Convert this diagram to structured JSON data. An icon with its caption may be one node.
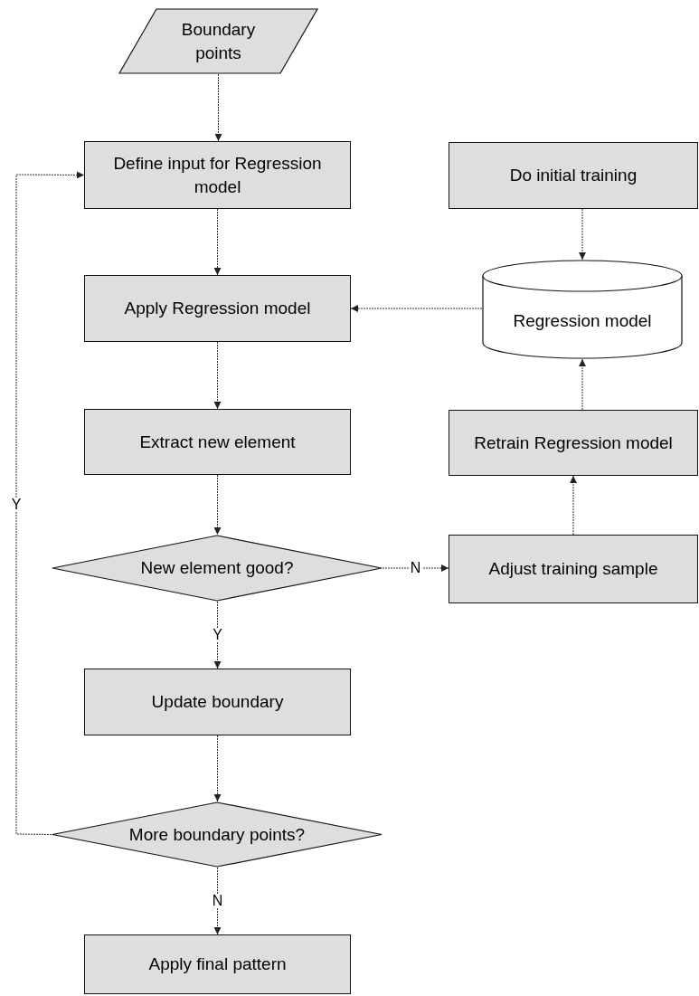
{
  "diagram": {
    "nodes": [
      {
        "text": [
          "Boundary points"
        ]
      },
      {
        "text": [
          "Define input for Regression model"
        ]
      },
      {
        "text": [
          "Do initial training"
        ]
      },
      {
        "text": [
          "Regression model"
        ]
      },
      {
        "text": [
          "Apply Regression model"
        ]
      },
      {
        "text": [
          "Extract new element"
        ]
      },
      {
        "text": [
          "Retrain Regression model"
        ]
      },
      {
        "text": [
          "New element good?"
        ]
      },
      {
        "text": [
          "Adjust training sample"
        ]
      },
      {
        "text": [
          "Update boundary"
        ]
      },
      {
        "text": [
          "More boundary points?"
        ]
      },
      {
        "text": [
          "Apply final pattern"
        ]
      }
    ],
    "edges": [
      {
        "from": 0,
        "to": 1,
        "arrow": "to"
      },
      {
        "from": 1,
        "to": 4,
        "arrow": "to"
      },
      {
        "from": 2,
        "to": 3,
        "arrow": "to"
      },
      {
        "from": 3,
        "to": 4,
        "arrow": "to"
      },
      {
        "from": 4,
        "to": 5,
        "arrow": "to"
      },
      {
        "from": 5,
        "to": 7,
        "arrow": "to"
      },
      {
        "from": 7,
        "to": 8,
        "arrow": "to",
        "label": "N"
      },
      {
        "from": 8,
        "to": 6,
        "arrow": "to"
      },
      {
        "from": 6,
        "to": 3,
        "arrow": "to"
      },
      {
        "from": 7,
        "to": 9,
        "arrow": "to",
        "label": "Y"
      },
      {
        "from": 9,
        "to": 10,
        "arrow": "to"
      },
      {
        "from": 10,
        "to": 1,
        "arrow": "to",
        "label": "Y"
      },
      {
        "from": 10,
        "to": 11,
        "arrow": "to",
        "label": "N"
      }
    ]
  }
}
